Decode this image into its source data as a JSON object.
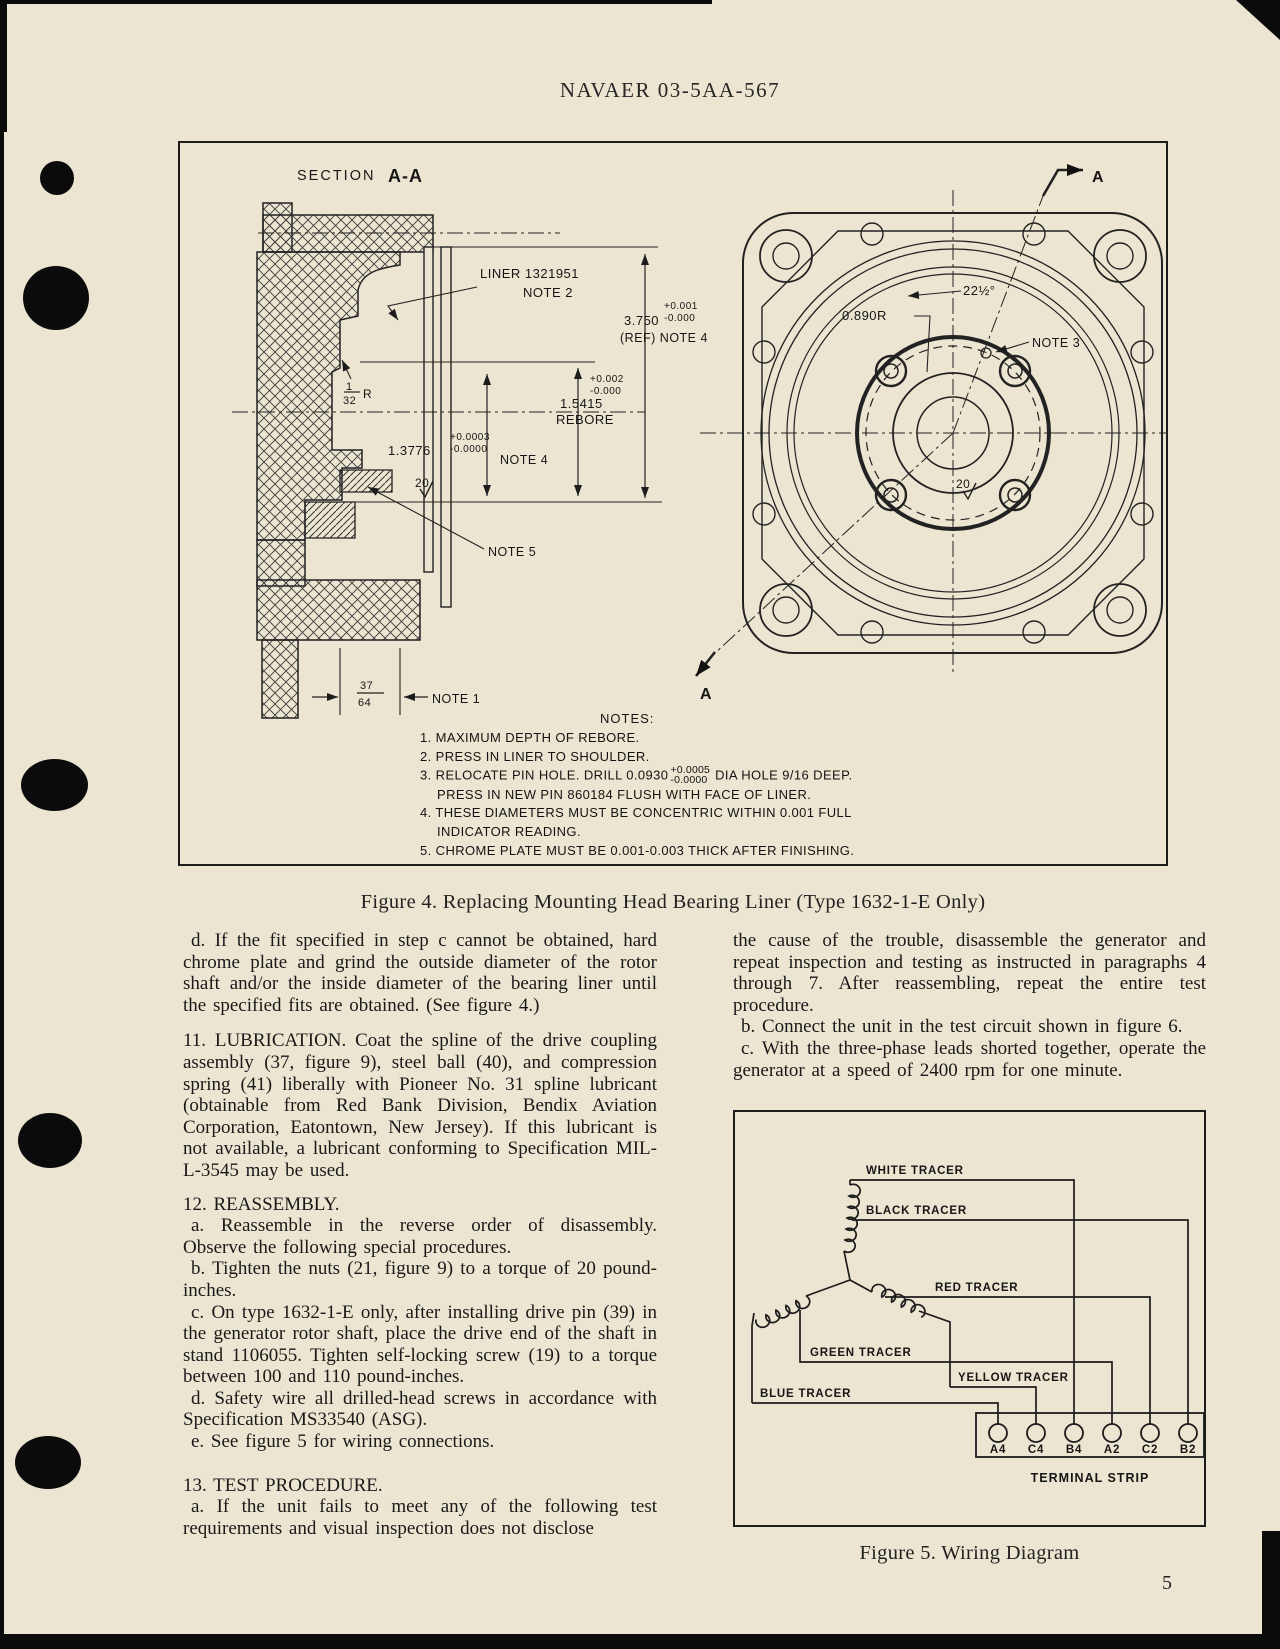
{
  "page": {
    "header": "NAVAER 03-5AA-567",
    "number": "5"
  },
  "fig4": {
    "caption": "Figure 4.  Replacing Mounting Head Bearing Liner (Type 1632-1-E Only)",
    "section": {
      "label": "SECTION",
      "name": "A-A"
    },
    "labels": {
      "liner1": "LINER 1321951",
      "liner2": "NOTE 2",
      "d3750_plus": "+0.001",
      "d3750_minus": "-0.000",
      "d3750": "3.750",
      "d3750_ref": "(REF) NOTE 4",
      "d15415_plus": "+0.002",
      "d15415_minus": "-0.000",
      "d15415": "1.5415",
      "d15415_rebore": "REBORE",
      "d13776": "1.3776",
      "d13776_plus": "+0.0003",
      "d13776_minus": "-0.0000",
      "d13776_note": "NOTE 4",
      "fillet_num": "1",
      "fillet_den": "32",
      "fillet_r": "R",
      "finish_left": "20",
      "note5": "NOTE 5",
      "frac37": "37",
      "frac64": "64",
      "note1": "NOTE 1",
      "angle": "22½°",
      "radius": "0.890R",
      "note3": "NOTE 3",
      "finish_right": "20",
      "a_top": "A",
      "a_bottom": "A"
    },
    "notes_title": "NOTES:",
    "notes": {
      "n1": "1. MAXIMUM  DEPTH  OF  REBORE.",
      "n2": "2. PRESS  IN  LINER  TO  SHOULDER.",
      "n3_pre": "3. RELOCATE  PIN  HOLE.  DRILL  0.0930",
      "n3_plus": "+0.0005",
      "n3_minus": "-0.0000",
      "n3_post": "DIA  HOLE   9/16  DEEP.",
      "n3_cont": "PRESS  IN  NEW  PIN  860184  FLUSH  WITH  FACE  OF  LINER.",
      "n4": "4. THESE  DIAMETERS  MUST  BE   CONCENTRIC   WITHIN  0.001  FULL",
      "n4_cont": "INDICATOR   READING.",
      "n5": "5. CHROME   PLATE   MUST   BE   0.001-0.003   THICK   AFTER   FINISHING."
    }
  },
  "body": {
    "left": [
      "d.  If the fit specified in step c cannot be obtained, hard chrome plate and grind the outside diameter of the rotor shaft and/or the inside diameter of the bearing liner until the specified fits are obtained.  (See figure 4.)",
      "11.  LUBRICATION.  Coat the spline of the drive coupling assembly (37, figure 9), steel ball (40), and compression spring (41) liberally with Pioneer No. 31 spline lubricant (obtainable from Red Bank Division, Bendix Aviation Corporation, Eatontown, New Jersey). If this lubricant is not available, a lubricant conforming to Specification MIL-L-3545 may be used.",
      "12.  REASSEMBLY.",
      "a.  Reassemble in the reverse order of disassembly. Observe the following special procedures.",
      "b.  Tighten the nuts (21, figure 9) to a torque of 20 pound-inches.",
      "c.  On type 1632-1-E only, after installing drive pin (39) in the generator rotor shaft, place the drive end of the shaft in stand 1106055.  Tighten self-locking screw (19) to a torque between 100 and 110 pound-inches.",
      "d.  Safety wire all drilled-head screws in accordance with Specification MS33540 (ASG).",
      "e.  See figure 5 for wiring connections.",
      "13.  TEST PROCEDURE.",
      "a.  If the unit fails to meet any of the following test requirements and visual inspection does not disclose"
    ],
    "right": [
      "the cause of the trouble, disassemble the generator and repeat inspection and testing as instructed in paragraphs 4 through 7.  After reassembling, repeat the entire test procedure.",
      "b.  Connect the unit in the test circuit shown in figure 6.",
      "c.  With the three-phase leads shorted together, operate the generator at a speed of 2400 rpm for one minute."
    ]
  },
  "fig5": {
    "caption": "Figure 5.  Wiring Diagram",
    "tracers": {
      "white": "WHITE TRACER",
      "black": "BLACK TRACER",
      "red": "RED TRACER",
      "green": "GREEN TRACER",
      "yellow": "YELLOW TRACER",
      "blue": "BLUE TRACER"
    },
    "terminals": [
      "A4",
      "C4",
      "B4",
      "A2",
      "C2",
      "B2"
    ],
    "strip": "TERMINAL STRIP"
  }
}
